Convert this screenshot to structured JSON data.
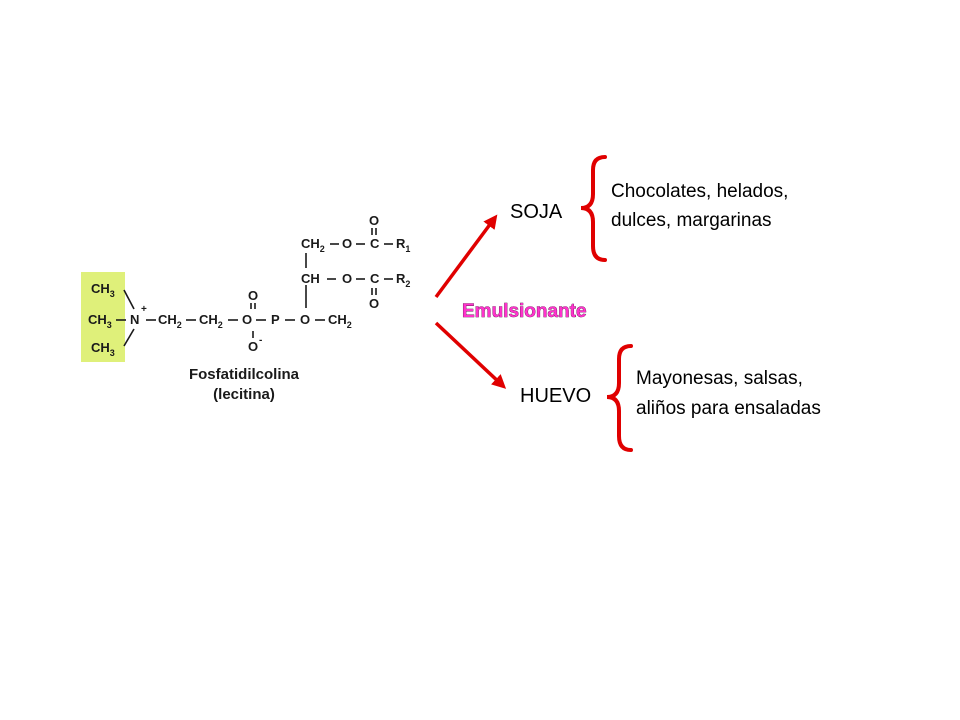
{
  "molecule": {
    "name": "Fosfatidilcolina",
    "alt_name": "(lecitina)",
    "ch": "CH",
    "sub1": "1",
    "sub2": "2",
    "sub3": "3",
    "n": "N",
    "plus": "+",
    "minus": "-",
    "o": "O",
    "p": "P",
    "c": "C",
    "r": "R"
  },
  "center_label": "Emulsionante",
  "sources": [
    {
      "name": "SOJA",
      "uses": [
        "Chocolates, helados,",
        "dulces, margarinas"
      ]
    },
    {
      "name": "HUEVO",
      "uses": [
        "Mayonesas, salsas,",
        "aliños para ensaladas"
      ]
    }
  ],
  "colors": {
    "accent": "#e00000",
    "highlight": "#dff07a",
    "label": "#ff33cc"
  }
}
